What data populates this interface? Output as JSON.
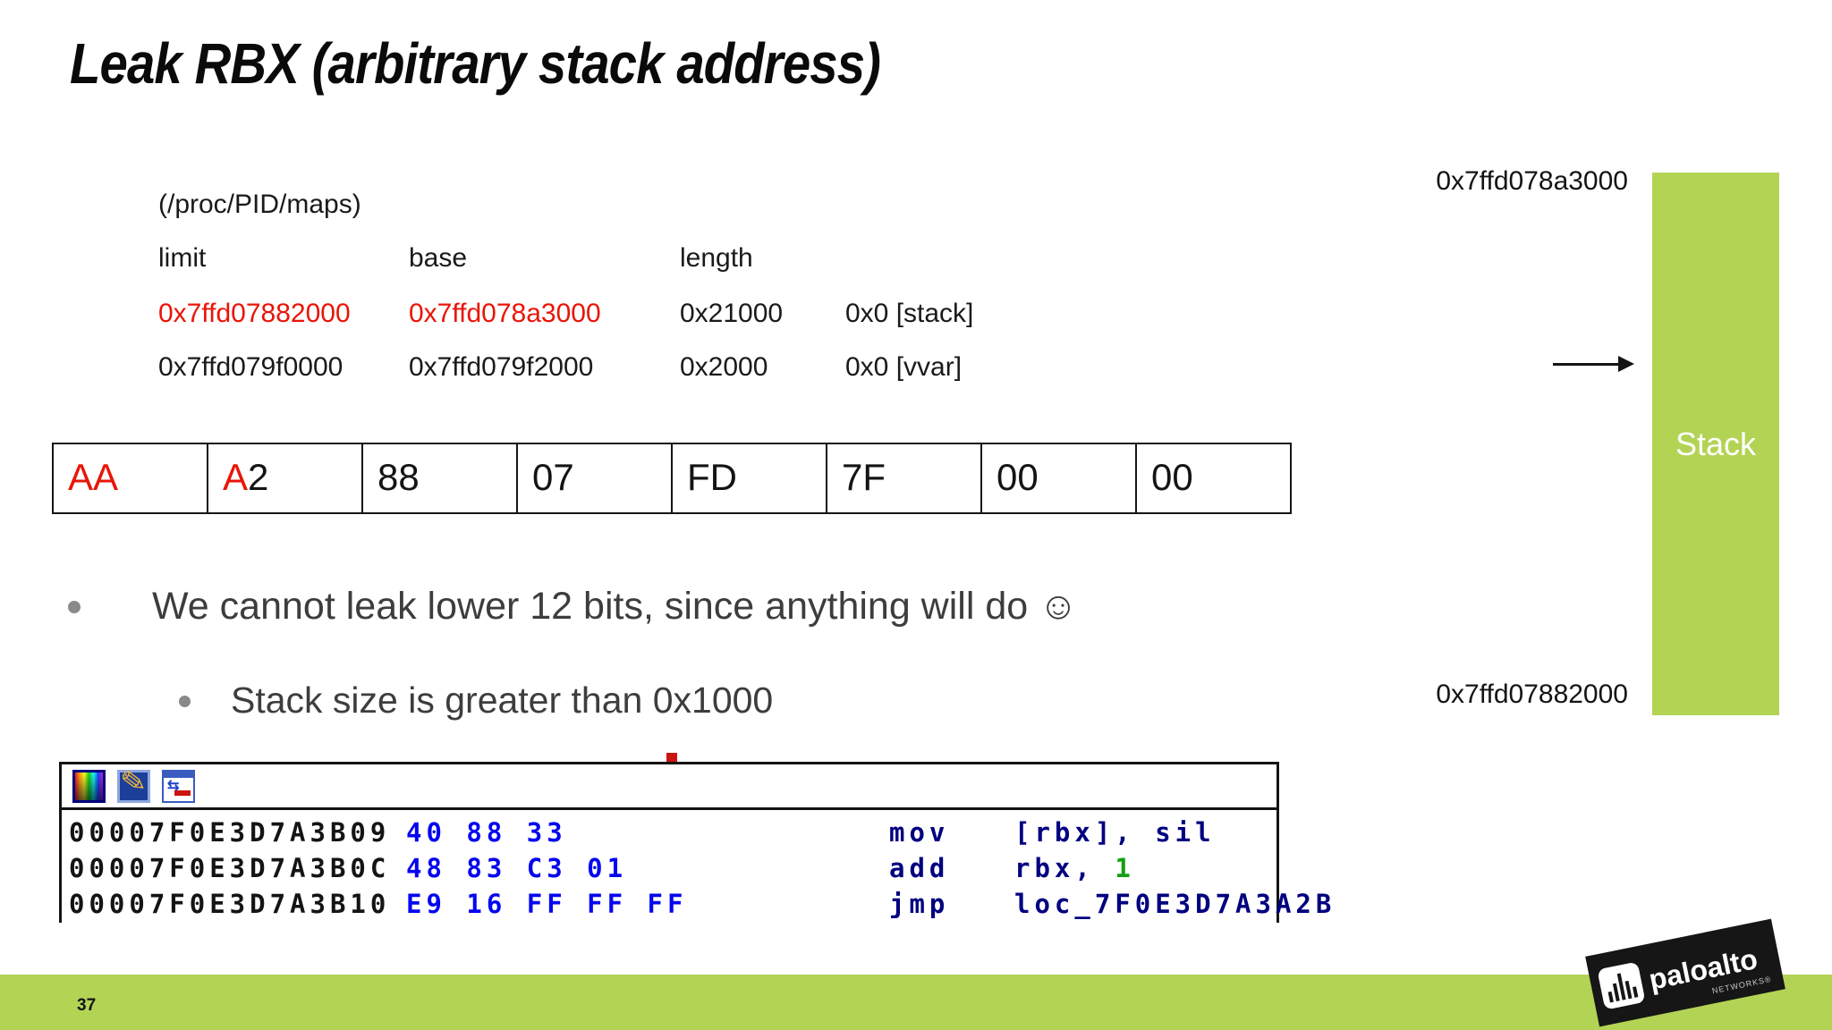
{
  "slide": {
    "title": "Leak RBX (arbitrary stack address)",
    "page_number": "37"
  },
  "maps": {
    "caption": "(/proc/PID/maps)",
    "headers": [
      "limit",
      "base",
      "length"
    ],
    "rows": [
      {
        "limit": "0x7ffd07882000",
        "base": "0x7ffd078a3000",
        "length": "0x21000",
        "offset": "0x0 [stack]"
      },
      {
        "limit": "0x7ffd079f0000",
        "base": "0x7ffd079f2000",
        "length": "0x2000",
        "offset": "0x0 [vvar]"
      }
    ]
  },
  "hex_table": {
    "cells": [
      {
        "red": "AA",
        "black": ""
      },
      {
        "red": "A",
        "black": "2"
      },
      {
        "red": "",
        "black": "88"
      },
      {
        "red": "",
        "black": "07"
      },
      {
        "red": "",
        "black": "FD"
      },
      {
        "red": "",
        "black": "7F"
      },
      {
        "red": "",
        "black": "00"
      },
      {
        "red": "",
        "black": "00"
      }
    ]
  },
  "bullets": {
    "main": "We cannot leak lower 12 bits, since anything will do ☺",
    "sub": "Stack size is greater than 0x1000"
  },
  "disassembly": {
    "toolbar_icons": [
      "color-palette-icon",
      "edit-pencil-icon",
      "graph-view-icon"
    ],
    "lines": [
      {
        "address": "00007F0E3D7A3B09",
        "bytes": "40 88 33",
        "mnemonic": "mov",
        "operands": "[rbx], sil",
        "operand_highlight": ""
      },
      {
        "address": "00007F0E3D7A3B0C",
        "bytes": "48 83 C3 01",
        "mnemonic": "add",
        "operands": "rbx, ",
        "operand_highlight": "1"
      },
      {
        "address": "00007F0E3D7A3B10",
        "bytes": "E9 16 FF FF FF",
        "mnemonic": "jmp",
        "operands": "loc_7F0E3D7A3A2B",
        "operand_highlight": ""
      }
    ]
  },
  "stack_diagram": {
    "top_address": "0x7ffd078a3000",
    "bottom_address": "0x7ffd07882000",
    "label": "Stack"
  },
  "logo": {
    "name": "paloalto",
    "subtext": "NETWORKS®"
  },
  "colors": {
    "accent_green": "#b3d355",
    "highlight_red": "#e81508",
    "bytes_blue": "#0505f0",
    "asm_navy": "#000080",
    "value_green": "#12a012"
  }
}
